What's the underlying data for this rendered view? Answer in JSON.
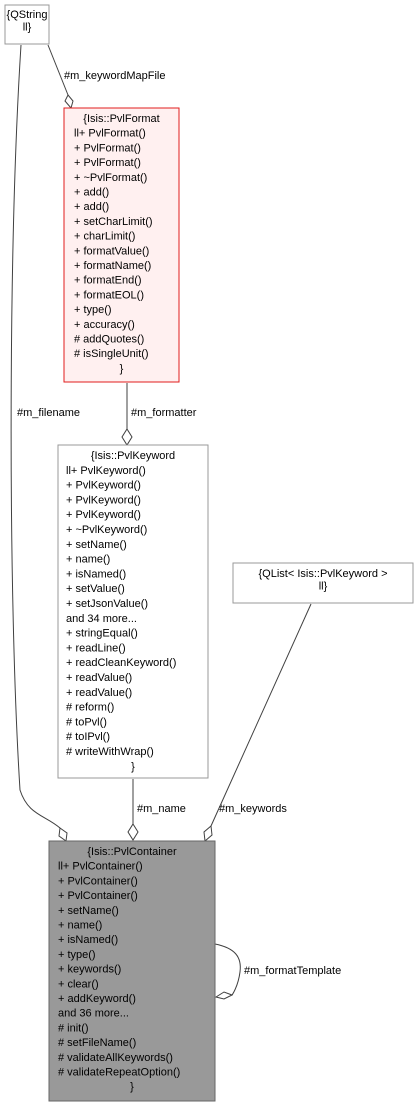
{
  "colors": {
    "box_border": "#999999",
    "box_fill": "#ffffff",
    "highlight_border": "#e11d1d",
    "highlight_fill": "#fff0f0",
    "focus_fill": "#999999",
    "focus_border": "#666666",
    "edge": "#404040"
  },
  "nodes": {
    "qstringlist": {
      "lines": [
        "{QString",
        "ll}"
      ]
    },
    "pvlformat": {
      "lines": [
        "{Isis::PvlFormat",
        "ll+ PvlFormat()",
        "+ PvlFormat()",
        "+ PvlFormat()",
        "+ ~PvlFormat()",
        "+ add()",
        "+ add()",
        "+ setCharLimit()",
        "+ charLimit()",
        "+ formatValue()",
        "+ formatName()",
        "+ formatEnd()",
        "+ formatEOL()",
        "+ type()",
        "+ accuracy()",
        "# addQuotes()",
        "# isSingleUnit()",
        "}"
      ]
    },
    "pvlkeyword": {
      "lines": [
        "{Isis::PvlKeyword",
        "ll+ PvlKeyword()",
        "+ PvlKeyword()",
        "+ PvlKeyword()",
        "+ PvlKeyword()",
        "+ ~PvlKeyword()",
        "+ setName()",
        "+ name()",
        "+ isNamed()",
        "+ setValue()",
        "+ setJsonValue()",
        "and 34 more...",
        "+ stringEqual()",
        "+ readLine()",
        "+ readCleanKeyword()",
        "+ readValue()",
        "+ readValue()",
        "# reform()",
        "# toPvl()",
        "# toIPvl()",
        "# writeWithWrap()",
        "}"
      ]
    },
    "qlist": {
      "lines": [
        "{QList< Isis::PvlKeyword >",
        "ll}"
      ]
    },
    "pvlcontainer": {
      "lines": [
        "{Isis::PvlContainer",
        "ll+ PvlContainer()",
        "+ PvlContainer()",
        "+ PvlContainer()",
        "+ setName()",
        "+ name()",
        "+ isNamed()",
        "+ type()",
        "+ keywords()",
        "+ clear()",
        "+ addKeyword()",
        "and 36 more...",
        "# init()",
        "# setFileName()",
        "# validateAllKeywords()",
        "# validateRepeatOption()",
        "}"
      ]
    }
  },
  "edges": {
    "keyword_map_file": "#m_keywordMapFile",
    "filename": "#m_filename",
    "formatter": "#m_formatter",
    "name": "#m_name",
    "keywords": "#m_keywords",
    "format_template": "#m_formatTemplate"
  }
}
